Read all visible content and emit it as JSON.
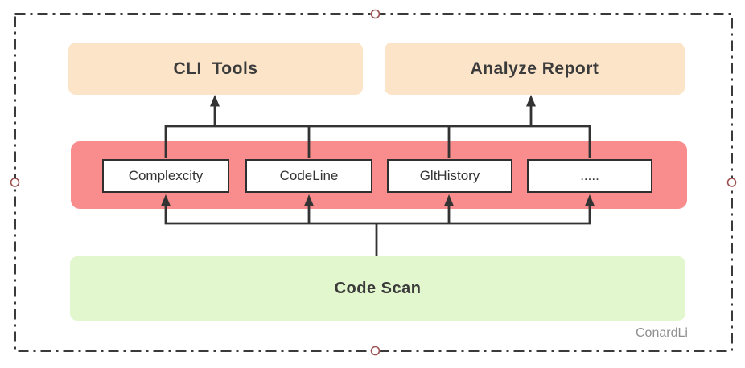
{
  "colors": {
    "peach": "#fce4c8",
    "band_red": "#f98d8d",
    "green": "#e3f7cf",
    "node_border": "#2f2f2f",
    "line": "#333333",
    "frame": "#3a3a3a",
    "handle": "#9c5050",
    "text_dark": "#3b3b3b",
    "watermark_gray": "#8f8f8f"
  },
  "diagram": {
    "top_nodes": [
      {
        "label": "CLI  Tools"
      },
      {
        "label": "Analyze Report"
      }
    ],
    "plugins": [
      {
        "label": "Complexcity"
      },
      {
        "label": "CodeLine"
      },
      {
        "label": "GltHistory"
      },
      {
        "label": "....."
      }
    ],
    "bottom_node": {
      "label": "Code Scan"
    },
    "watermark": "ConardLi",
    "edges": [
      {
        "from": "Code Scan",
        "to": "Complexcity"
      },
      {
        "from": "Code Scan",
        "to": "CodeLine"
      },
      {
        "from": "Code Scan",
        "to": "GltHistory"
      },
      {
        "from": "Code Scan",
        "to": "....."
      },
      {
        "from": "plugin-band",
        "to": "CLI  Tools"
      },
      {
        "from": "plugin-band",
        "to": "Analyze Report"
      }
    ]
  }
}
